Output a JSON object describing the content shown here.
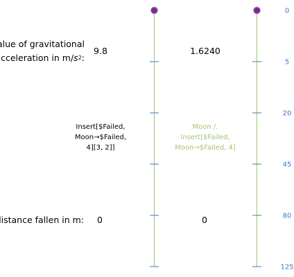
{
  "labels": {
    "accel_line1": "value of gravitational",
    "accel_line2_prefix": "acceleration in m/",
    "accel_line2_var": "s",
    "accel_line2_exp": "2",
    "accel_line2_suffix": ":",
    "distance": "distance fallen in m:"
  },
  "earth": {
    "acceleration": "9.8",
    "distance": "0",
    "message_lines": [
      "Insert[$Failed,",
      "Moon→$Failed,",
      "4][3, 2]]"
    ]
  },
  "moon": {
    "acceleration": "1.6240",
    "distance": "0",
    "message_lines": [
      "Moon /.",
      "Insert[$Failed,",
      "Moon→$Failed, 4]"
    ]
  },
  "scale": {
    "min": 0,
    "max": 125,
    "ticks": [
      0,
      5,
      20,
      45,
      80,
      125
    ],
    "tick_labels": [
      "0",
      "5",
      "20",
      "45",
      "80",
      "125"
    ],
    "ball_value": 0
  },
  "colors": {
    "rail": "#a4c46b",
    "tick": "#3a78c2",
    "ball": "#7b2c8e",
    "ball_outline": "#c0a2cd",
    "error_text_moon": "#a4c46b"
  }
}
